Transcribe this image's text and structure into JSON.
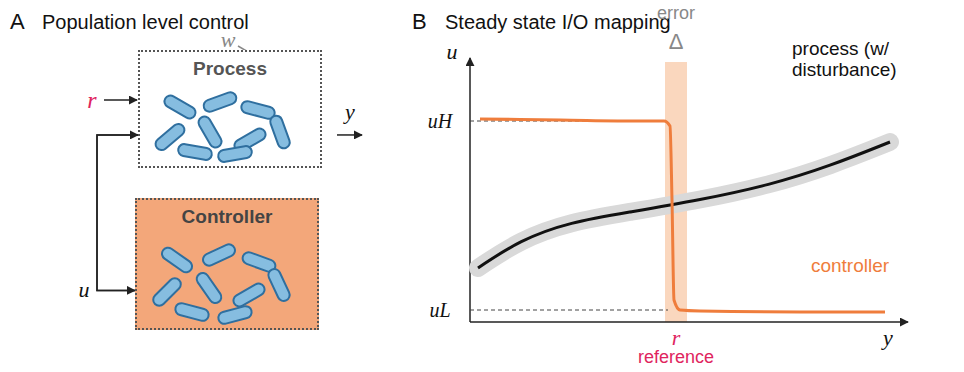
{
  "diagram": {
    "nodes": [
      {
        "text": [
          "Process"
        ]
      },
      {
        "text": [
          "Controller"
        ]
      }
    ],
    "edges": [
      {
        "from": 0,
        "to": 1,
        "arrow": "to"
      },
      {
        "from": 1,
        "to": 0,
        "arrow": "to"
      }
    ],
    "labels": [
      "A",
      "Population level control",
      "w",
      "r",
      "y",
      "u",
      "B",
      "Steady state I/O mapping",
      "error",
      "Δ",
      "u",
      "uH",
      "uL",
      "process (w/ disturbance)",
      "controller",
      "r",
      "y",
      "reference"
    ]
  }
}
